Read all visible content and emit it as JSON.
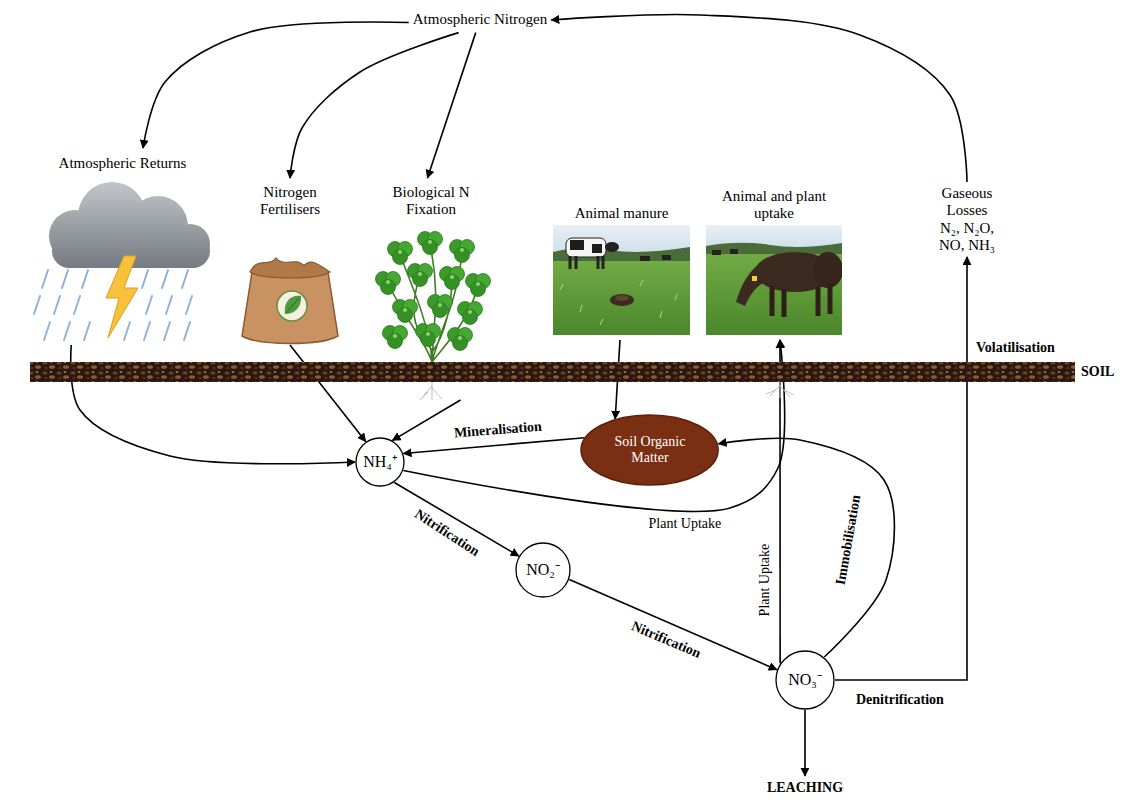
{
  "diagram": {
    "nodes": [
      {
        "text": [
          "Atmospheric Nitrogen"
        ]
      },
      {
        "text": [
          "Atmospheric Returns"
        ]
      },
      {
        "text": [
          "Nitrogen Fertilisers"
        ]
      },
      {
        "text": [
          "Biological N Fixation"
        ]
      },
      {
        "text": [
          "Animal manure"
        ]
      },
      {
        "text": [
          "Animal and plant uptake"
        ]
      },
      {
        "text": [
          "Gaseous Losses",
          "N₂, N₂O, NO, NH₃"
        ]
      },
      {
        "text": [
          "Soil Organic Matter"
        ]
      },
      {
        "text": [
          "NH₄⁺"
        ]
      },
      {
        "text": [
          "NO₂⁻"
        ]
      },
      {
        "text": [
          "NO₃⁻"
        ]
      },
      {
        "text": [
          "LEACHING"
        ]
      }
    ],
    "edges": [
      {
        "from": 0,
        "to": 1,
        "arrow": "to"
      },
      {
        "from": 0,
        "to": 2,
        "arrow": "to"
      },
      {
        "from": 0,
        "to": 3,
        "arrow": "to"
      },
      {
        "from": 6,
        "to": 0,
        "arrow": "to"
      },
      {
        "from": 1,
        "to": 8,
        "arrow": "to"
      },
      {
        "from": 2,
        "to": 8,
        "arrow": "to"
      },
      {
        "from": 3,
        "to": 8,
        "arrow": "to"
      },
      {
        "from": 4,
        "to": 7,
        "arrow": "to"
      },
      {
        "from": 7,
        "to": 8,
        "label": "Mineralisation",
        "arrow": "to"
      },
      {
        "from": 8,
        "to": 5,
        "label": "Plant Uptake",
        "arrow": "to"
      },
      {
        "from": 8,
        "to": 9,
        "label": "Nitrification",
        "arrow": "to"
      },
      {
        "from": 9,
        "to": 10,
        "label": "Nitrification",
        "arrow": "to"
      },
      {
        "from": 10,
        "to": 5,
        "label": "Plant Uptake",
        "arrow": "to"
      },
      {
        "from": 10,
        "to": 7,
        "label": "Immobilisation",
        "arrow": "to"
      },
      {
        "from": 10,
        "to": 6,
        "label": "Denitrification",
        "arrow": "to"
      },
      {
        "from": 10,
        "to": 11,
        "arrow": "to"
      }
    ],
    "labels": [
      "Volatilisation",
      "SOIL"
    ]
  }
}
